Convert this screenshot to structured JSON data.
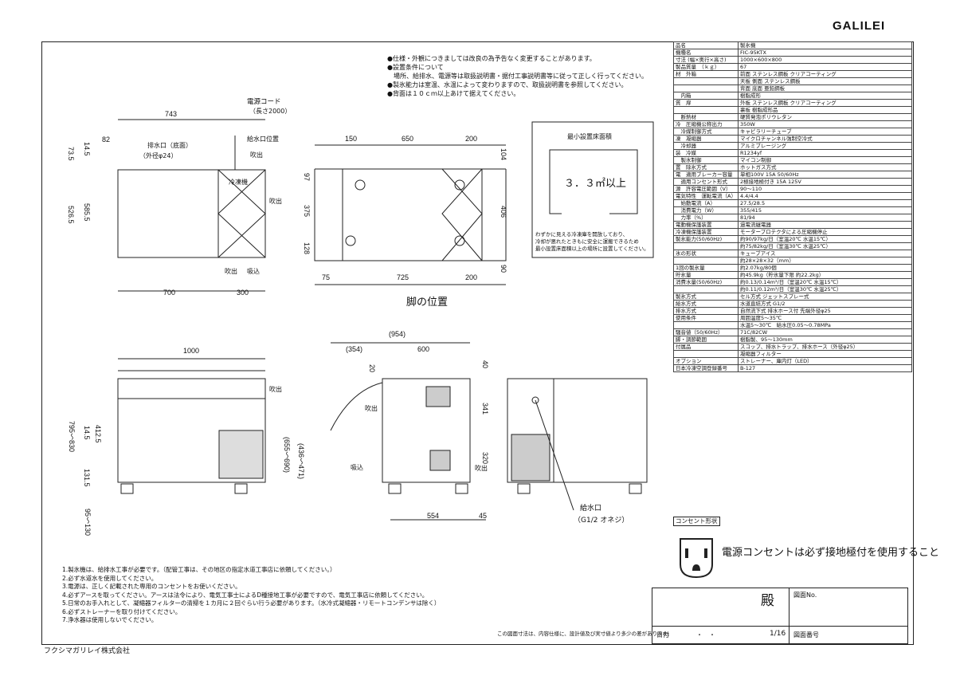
{
  "brand": "GALILEI",
  "company": "フクシマガリレイ株式会社",
  "top_notes": [
    "●仕様・外観につきましては改良の為予告なく変更することがあります。",
    "●設置条件について",
    "　場所、給排水、電源等は取扱説明書・据付工事説明書等に従って正しく行ってください。",
    "●製氷能力は室温、水温によって変わりますので、取扱説明書を参照してください。",
    "●背面は１０ｃｍ以上あけて据えてください。"
  ],
  "bottom_notes": [
    "1.製氷機は、給排水工事が必要です。（配管工事は、その地区の指定水道工事店に依頼してください。）",
    "2.必ず水道水を使用してください。",
    "3.電源は、正しく記載された専用のコンセントをお使いください。",
    "4.必ずアースを取ってください。アースは法令により、電気工事士によるD種接地工事が必要ですので、電気工事店に依頼してください。",
    "5.日常のお手入れとして、凝縮器フィルターの清掃を１カ月に２回ぐらい行う必要があります。（水冷式凝縮器・リモートコンデンサは除く）",
    "6.必ずストレーナーを取り付けてください。",
    "7.浄水器は使用しないでください。"
  ],
  "min_area": {
    "title": "最小設置床面積",
    "value": "３．３㎡以上"
  },
  "leg_note": [
    "わずかに見える冷凍庫を開放しており、",
    "冷却が悪れたときもに安全に運搬できるため",
    "最小設置床面積以上の場所に設置してください。"
  ],
  "labels": {
    "power_cord": "電源コード",
    "power_cord_len": "（長さ2000）",
    "drain": "排水口（底面）",
    "drain_dia": "（外径φ24）",
    "supply_pos": "給水口位置",
    "blow": "吹出",
    "intake": "吸込",
    "freezer": "冷凍機",
    "leg_position": "脚の位置",
    "supply": "給水口",
    "supply_thread": "（G1/2 オネジ）",
    "outlet_shape": "コンセント形状",
    "ground_note": "電源コンセントは必ず接地極付を使用すること",
    "tolerance_note": "この図面寸法は、内容仕様に、設計値及び実寸値より多少の差があります。"
  },
  "dims": {
    "top": [
      "743",
      "82",
      "73.5",
      "14.5",
      "526.5",
      "585.5",
      "700",
      "300"
    ],
    "plan": [
      "150",
      "650",
      "200",
      "104",
      "97",
      "375",
      "128",
      "406",
      "90",
      "75",
      "725",
      "200"
    ],
    "front": [
      "1000",
      "795～830",
      "14.5",
      "412.5",
      "131.5",
      "95～130"
    ],
    "side": [
      "(954)",
      "(354)",
      "600",
      "40",
      "20",
      "341",
      "320",
      "(655～690)",
      "(436～471)",
      "554",
      "45"
    ]
  },
  "spec": [
    [
      "品名",
      "製氷機"
    ],
    [
      "機種名",
      "FIC-95KTX"
    ],
    [
      "寸法 (幅×奥行×高さ)",
      "1000×600×800"
    ],
    [
      "製品質量　（ｋｇ）",
      "67"
    ],
    [
      "材　外箱",
      "前面 ステンレス鋼板 クリアコーティング"
    ],
    [
      "",
      "天板 側面 ステンレス鋼板"
    ],
    [
      "",
      "背面 底面 亜鉛鋼板"
    ],
    [
      "　内箱",
      "樹脂成形"
    ],
    [
      "質　扉",
      "外板 ステンレス鋼板 クリアコーティング"
    ],
    [
      "",
      "裏板 樹脂成形品"
    ],
    [
      "　断熱材",
      "硬質発泡ポリウレタン"
    ],
    [
      "冷　圧縮機公称出力",
      "350W"
    ],
    [
      "　冷媒制御方式",
      "キャピラリーチューブ"
    ],
    [
      "凍　凝縮器",
      "マイクロチャンネル強制空冷式"
    ],
    [
      "　冷却器",
      "アルミブレージング"
    ],
    [
      "装　冷媒",
      "R1234yf"
    ],
    [
      "　製氷制御",
      "マイコン制御"
    ],
    [
      "置　除氷方式",
      "ホットガス方式"
    ],
    [
      "電　適用ブレーカー容量",
      "単相100V 15A 50/60Hz"
    ],
    [
      "　適用コンセント形式",
      "2極接地極付き 15A 125V"
    ],
    [
      "源　許容電圧範囲（V）",
      "90～110"
    ],
    [
      "電気特性　運転電流（A）",
      "4.4/4.4"
    ],
    [
      "　始動電流（A）",
      "27.5/28.5"
    ],
    [
      "　消費電力（W）",
      "355/415"
    ],
    [
      "　力率（%）",
      "81/94"
    ],
    [
      "電動機保護装置",
      "過電流継電器"
    ],
    [
      "冷凍機保護装置",
      "モータープロテクタによる圧縮機停止"
    ],
    [
      "製氷能力(50/60Hz)",
      "約90/97kg/日（室温20℃ 水温15℃）"
    ],
    [
      "",
      "約75/82kg/日（室温30℃ 水温25℃）"
    ],
    [
      "氷の形状",
      "キューブアイス"
    ],
    [
      "",
      "約28×28×32（mm）"
    ],
    [
      "1回の製氷量",
      "約2.07kg/80個"
    ],
    [
      "貯氷量",
      "約45.9kg（貯氷量下限 約22.2kg）"
    ],
    [
      "消費水量(50/60Hz)",
      "約0.13/0.14m³/日（室温20℃ 水温15℃）"
    ],
    [
      "",
      "約0.11/0.12m³/日（室温30℃ 水温25℃）"
    ],
    [
      "製氷方式",
      "セル方式 ジェットスプレー式"
    ],
    [
      "給水方式",
      "水道直結方式 G1/2"
    ],
    [
      "排水方式",
      "自然流下式 排水ホース付 先端外径φ25"
    ],
    [
      "使用条件",
      "周囲温度5～35℃"
    ],
    [
      "",
      "水温5～30℃　給水圧0.05～0.78MPa"
    ],
    [
      "騒音値（50/60Hz）",
      "71C/82CW"
    ],
    [
      "脚・調節範囲",
      "樹脂製、95～130mm"
    ],
    [
      "付属品",
      "スコップ、排水トラップ、排水ホース（外径φ25）"
    ],
    [
      "",
      "凝縮器フィルター"
    ],
    [
      "オプション",
      "ストレーナー、庫内灯（LED）"
    ],
    [
      "日本冷凍空調登録番号",
      "B-127"
    ]
  ],
  "title_block": {
    "to": "殿",
    "doc_no": "図面No.",
    "date_label": "日付",
    "date_sep": "・　・",
    "scale": "1/16",
    "drawing_no": "図面番号"
  }
}
